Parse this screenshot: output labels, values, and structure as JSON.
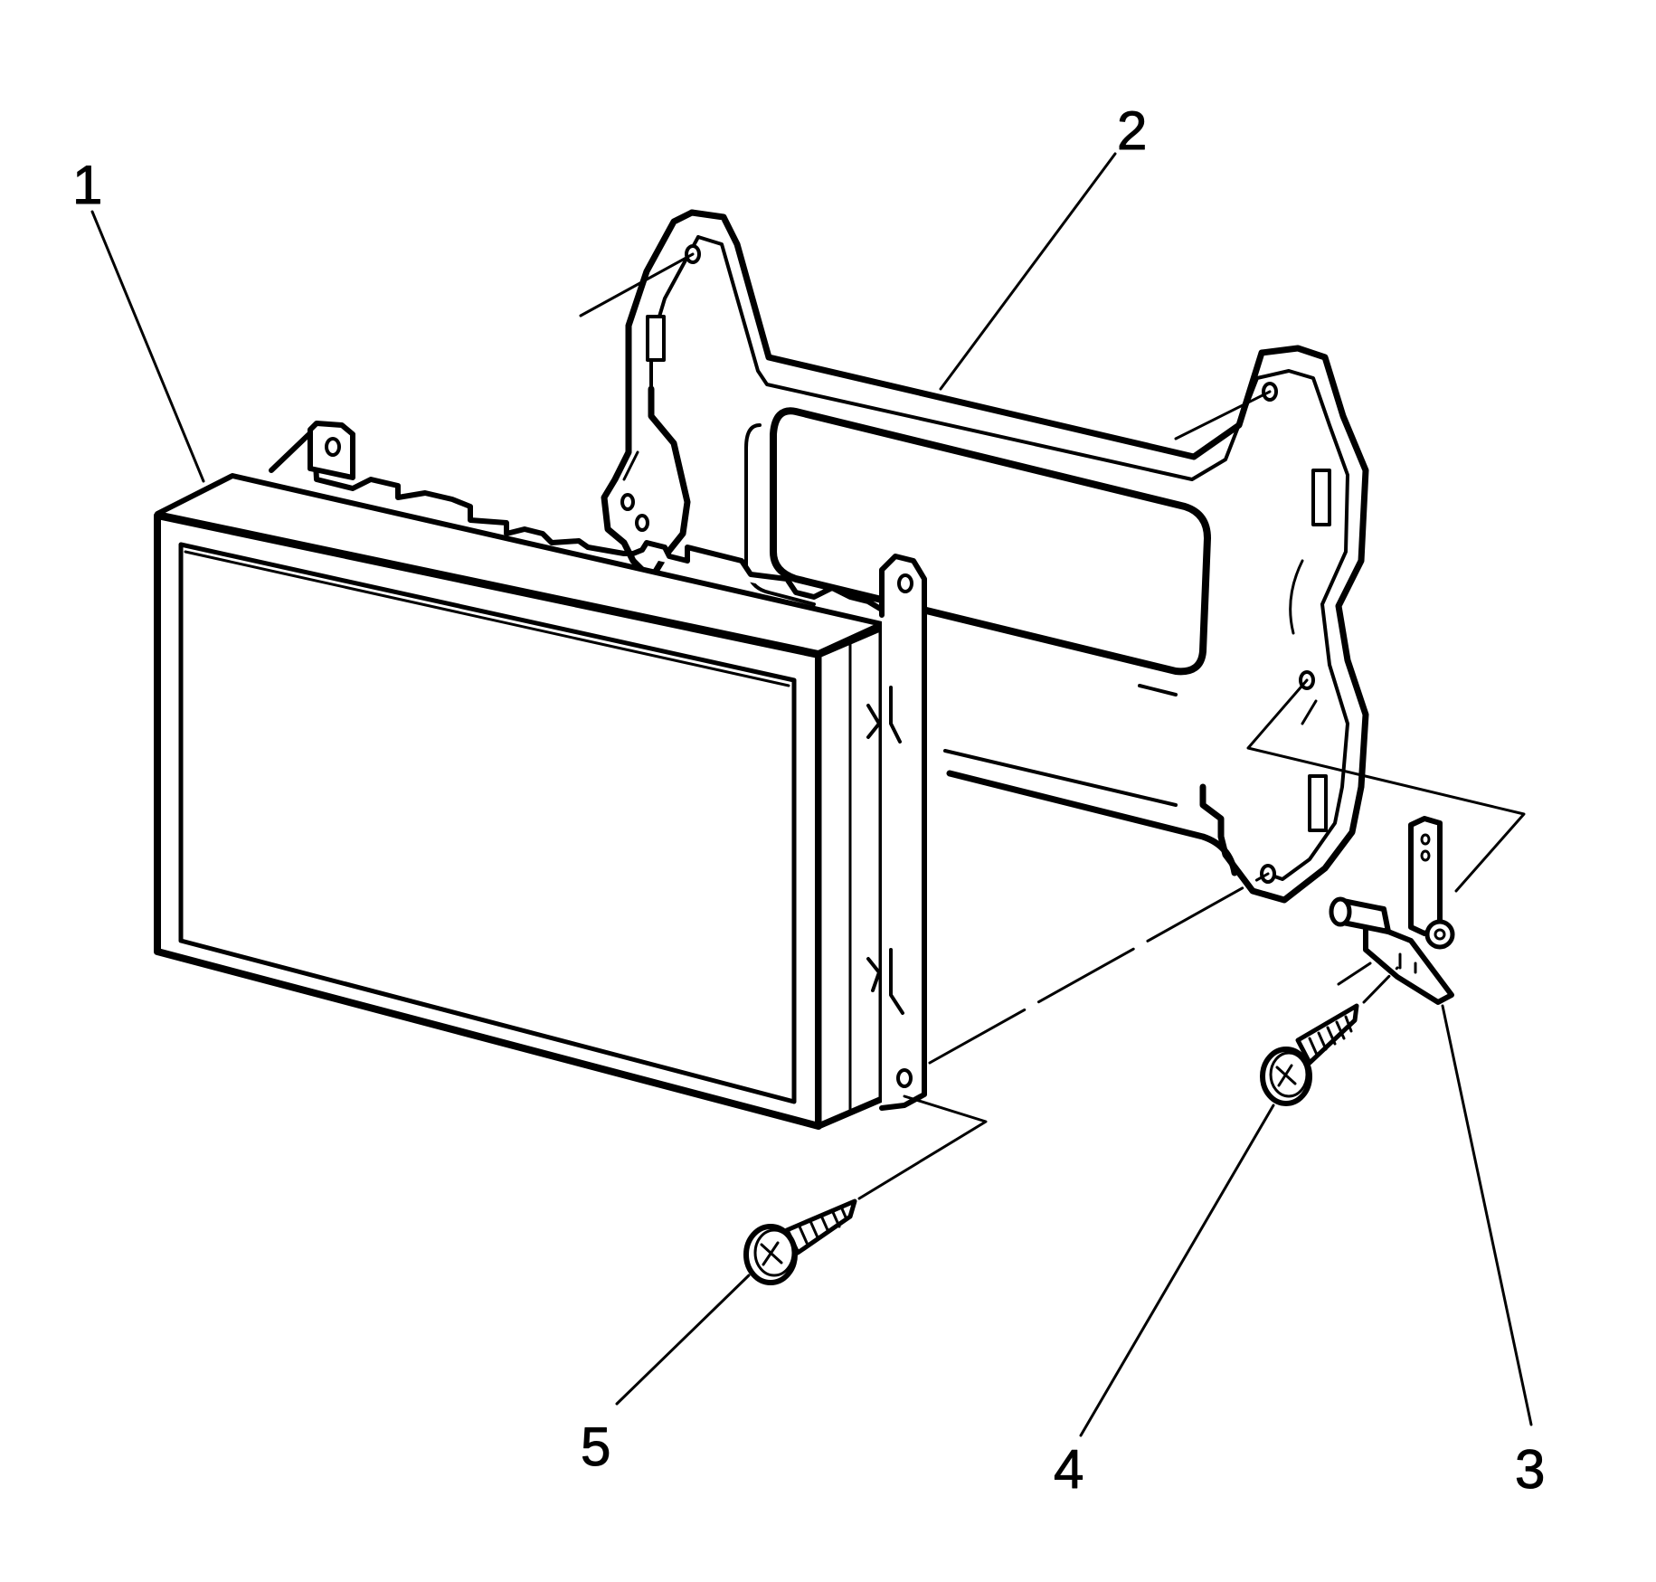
{
  "figure": {
    "background": "#ffffff",
    "stroke": "#000000",
    "callouts": [
      {
        "id": "1",
        "label": "1",
        "part": "display-unit"
      },
      {
        "id": "2",
        "label": "2",
        "part": "mounting-bracket"
      },
      {
        "id": "3",
        "label": "3",
        "part": "hinge-bracket"
      },
      {
        "id": "4",
        "label": "4",
        "part": "screw-right"
      },
      {
        "id": "5",
        "label": "5",
        "part": "screw-left"
      }
    ]
  }
}
